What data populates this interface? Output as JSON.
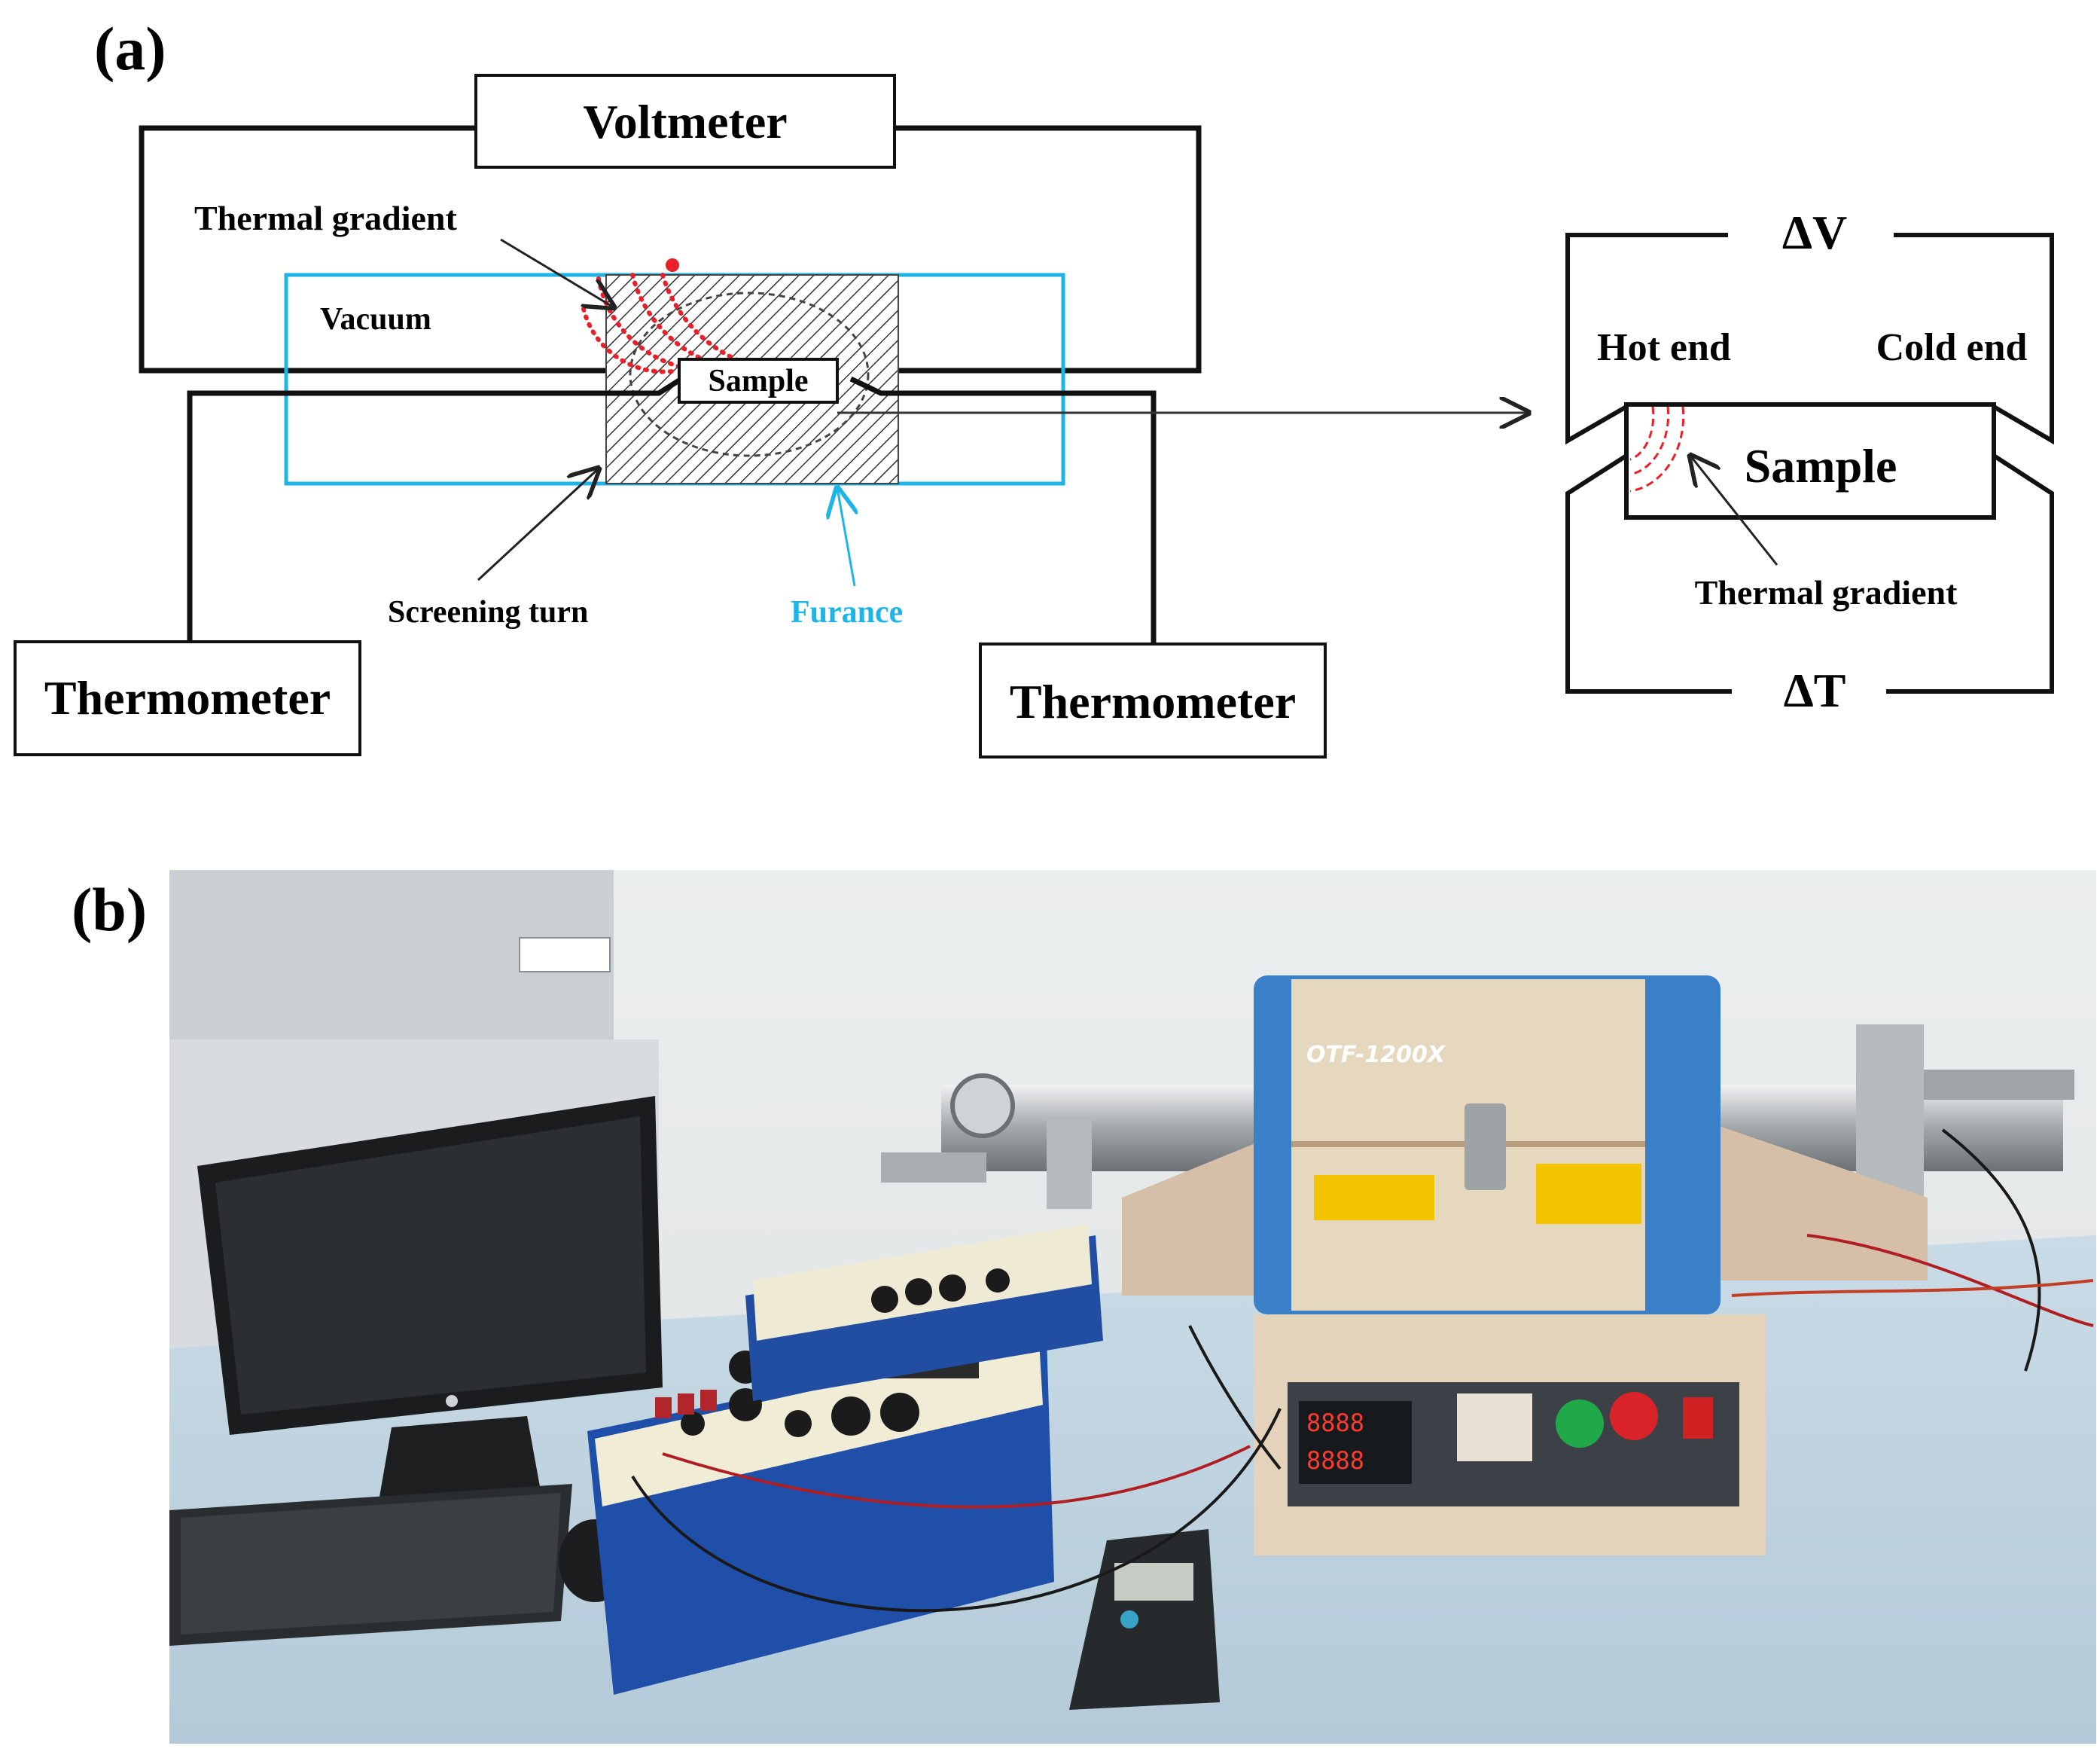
{
  "panel_a": {
    "label": "(a)",
    "voltmeter": "Voltmeter",
    "thermal_gradient": "Thermal gradient",
    "vacuum": "Vacuum",
    "sample": "Sample",
    "screening_turn": "Screening turn",
    "furnace": "Furance",
    "thermometer_left": "Thermometer",
    "thermometer_right": "Thermometer",
    "inset": {
      "delta_v": "ΔV",
      "delta_t": "ΔT",
      "hot_end": "Hot end",
      "cold_end": "Cold end",
      "sample": "Sample",
      "thermal_gradient": "Thermal gradient"
    }
  },
  "panel_b": {
    "label": "(b)",
    "furnace_model": "OTF-1200X",
    "display_top": "8888",
    "display_bottom": "8888"
  },
  "colors": {
    "furnace_outline": "#1EB4E6",
    "gradient_dots": "#E8202A",
    "line": "#111111"
  }
}
